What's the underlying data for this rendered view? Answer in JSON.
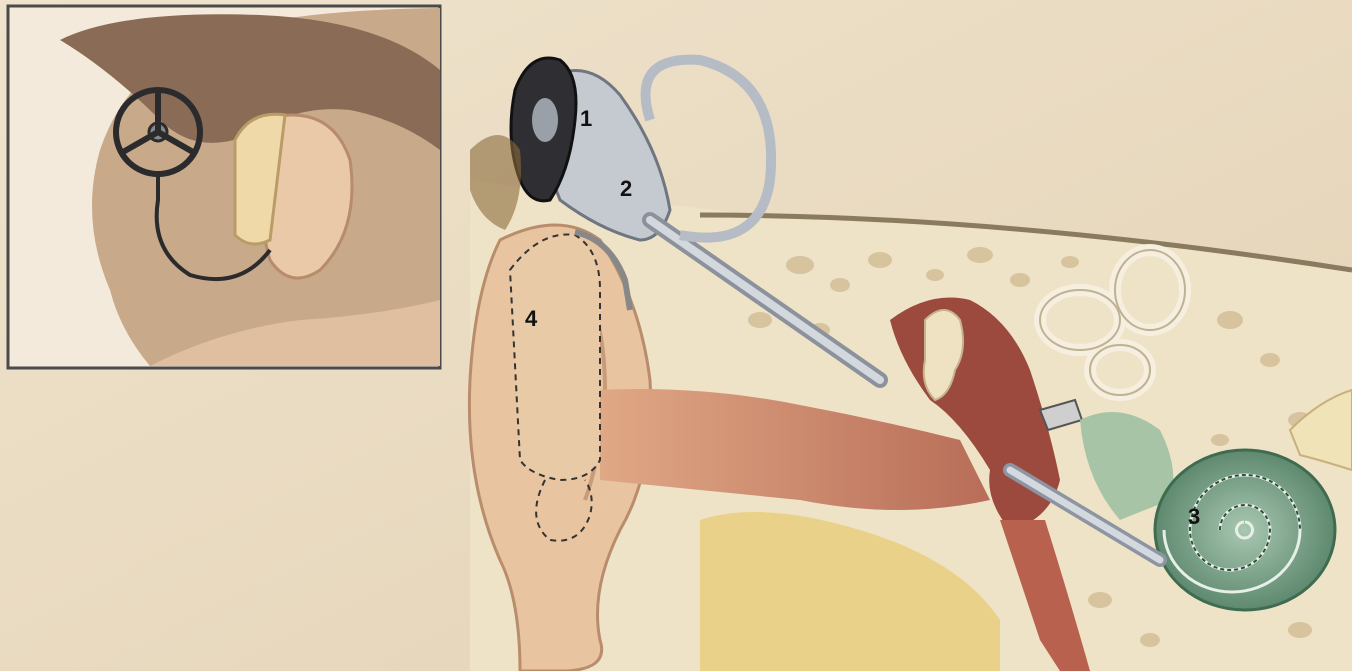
{
  "diagram": {
    "callouts": [
      {
        "id": "1",
        "label": "1"
      },
      {
        "id": "2",
        "label": "2"
      },
      {
        "id": "3",
        "label": "3"
      },
      {
        "id": "4",
        "label": "4"
      }
    ]
  },
  "colors": {
    "background": "#e9dcc4",
    "skin": "#e6bf9c",
    "hair": "#8a6a52",
    "ear_canal": "#c9826a",
    "middle_ear": "#9a4a3e",
    "cochlea": "#6f9a7c",
    "device": "#b8bcc3",
    "coil": "#3a3a3e",
    "processor": "#f0d9a8"
  }
}
